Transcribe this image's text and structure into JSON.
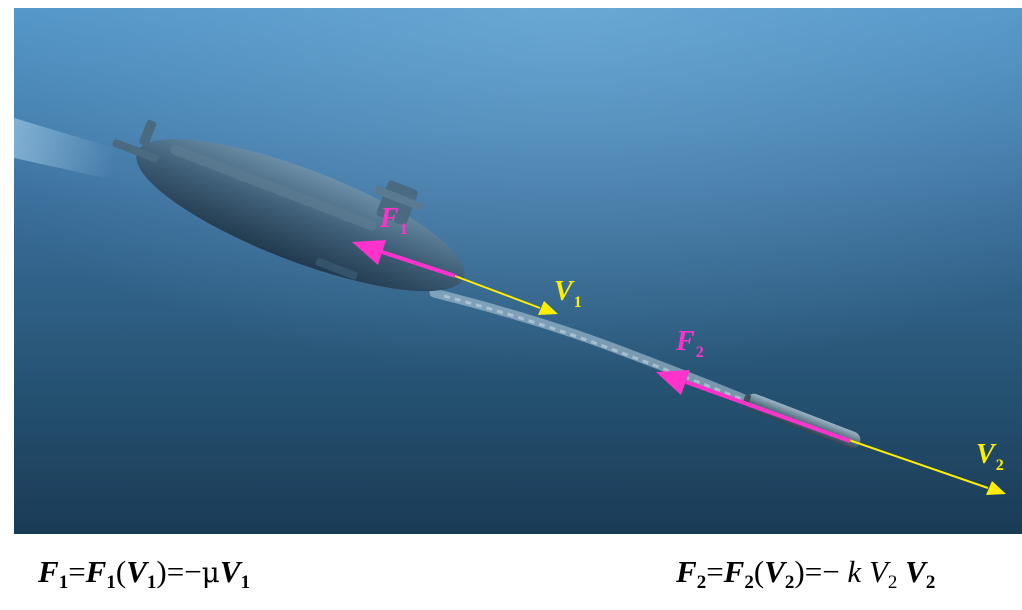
{
  "labels": {
    "f1": {
      "main": "F",
      "sub": "1"
    },
    "v1": {
      "main": "V",
      "sub": "1"
    },
    "f2": {
      "main": "F",
      "sub": "2"
    },
    "v2": {
      "main": "V",
      "sub": "2"
    }
  },
  "formulas": {
    "f1": {
      "lhs": "F",
      "lhs_sub": "1",
      "eq": "=",
      "func": "F",
      "func_sub": "1",
      "open": "(",
      "arg": "V",
      "arg_sub": "1",
      "close": ")",
      "eq2": "=",
      "minus": "−",
      "coef": "μ",
      "vec": "V",
      "vec_sub": "1"
    },
    "f2": {
      "lhs": "F",
      "lhs_sub": "2",
      "eq": "=",
      "func": "F",
      "func_sub": "2",
      "open": "(",
      "arg": "V",
      "arg_sub": "2",
      "close": ")",
      "eq2": "=",
      "minus": "−",
      "coef": "k",
      "mag": "V",
      "mag_sub": "2",
      "vec": "V",
      "vec_sub": "2"
    }
  },
  "colors": {
    "force_arrow": "#ff33cc",
    "velocity_arrow": "#ffee00",
    "label_force": "#ff33cc",
    "label_velocity": "#ffee00",
    "water_top": "#4a8cc0",
    "water_bottom": "#1b3d5c"
  },
  "icons": {
    "submarine": "submarine-icon",
    "torpedo": "torpedo-icon"
  }
}
